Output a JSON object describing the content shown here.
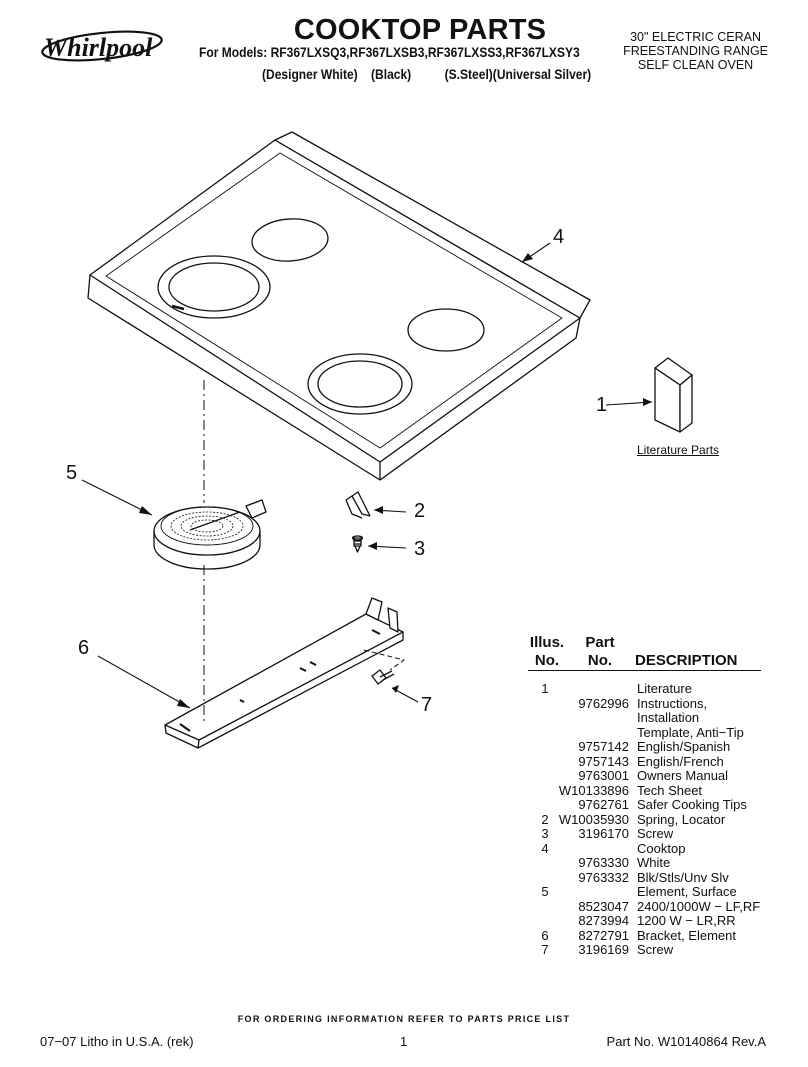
{
  "header": {
    "brand": "Whirlpool",
    "title": "COOKTOP PARTS",
    "models": "For Models: RF367LXSQ3,RF367LXSB3,RF367LXSS3,RF367LXSY3",
    "finishes": "(Designer White)    (Black)          (S.Steel)(Universal Silver)",
    "product_lines": [
      "30\" ELECTRIC CERAN",
      "FREESTANDING RANGE",
      "SELF CLEAN OVEN"
    ]
  },
  "diagram": {
    "callouts": [
      "4",
      "1",
      "5",
      "2",
      "3",
      "6",
      "7"
    ],
    "literature_label": "Literature Parts"
  },
  "parts_list": {
    "headers": {
      "illus_top": "Illus.",
      "illus_bottom": "No.",
      "part_top": "Part",
      "part_bottom": "No.",
      "description": "DESCRIPTION"
    },
    "rows": [
      {
        "illus": "1",
        "part": "",
        "desc": "Literature"
      },
      {
        "illus": "",
        "part": "9762996",
        "desc": "Instructions,"
      },
      {
        "illus": "",
        "part": "",
        "desc": "Installation"
      },
      {
        "illus": "",
        "part": "",
        "desc": "Template, Anti−Tip"
      },
      {
        "illus": "",
        "part": "9757142",
        "desc": "English/Spanish"
      },
      {
        "illus": "",
        "part": "9757143",
        "desc": "English/French"
      },
      {
        "illus": "",
        "part": "9763001",
        "desc": "Owners Manual"
      },
      {
        "illus": "",
        "part": "W10133896",
        "desc": "Tech Sheet"
      },
      {
        "illus": "",
        "part": "9762761",
        "desc": "Safer Cooking Tips"
      },
      {
        "illus": "2",
        "part": "W10035930",
        "desc": "Spring, Locator"
      },
      {
        "illus": "3",
        "part": "3196170",
        "desc": "Screw"
      },
      {
        "illus": "4",
        "part": "",
        "desc": "Cooktop"
      },
      {
        "illus": "",
        "part": "9763330",
        "desc": "White"
      },
      {
        "illus": "",
        "part": "9763332",
        "desc": "Blk/Stls/Unv Slv"
      },
      {
        "illus": "5",
        "part": "",
        "desc": "Element, Surface"
      },
      {
        "illus": "",
        "part": "8523047",
        "desc": "2400/1000W − LF,RF"
      },
      {
        "illus": "",
        "part": "8273994",
        "desc": "1200 W − LR,RR"
      },
      {
        "illus": "6",
        "part": "8272791",
        "desc": "Bracket, Element"
      },
      {
        "illus": "7",
        "part": "3196169",
        "desc": "Screw"
      }
    ]
  },
  "footer": {
    "ordering_note": "FOR ORDERING INFORMATION REFER TO PARTS PRICE LIST",
    "litho": "07−07 Litho in U.S.A. (rek)",
    "page_number": "1",
    "part_no": "Part No. W10140864 Rev.A"
  }
}
